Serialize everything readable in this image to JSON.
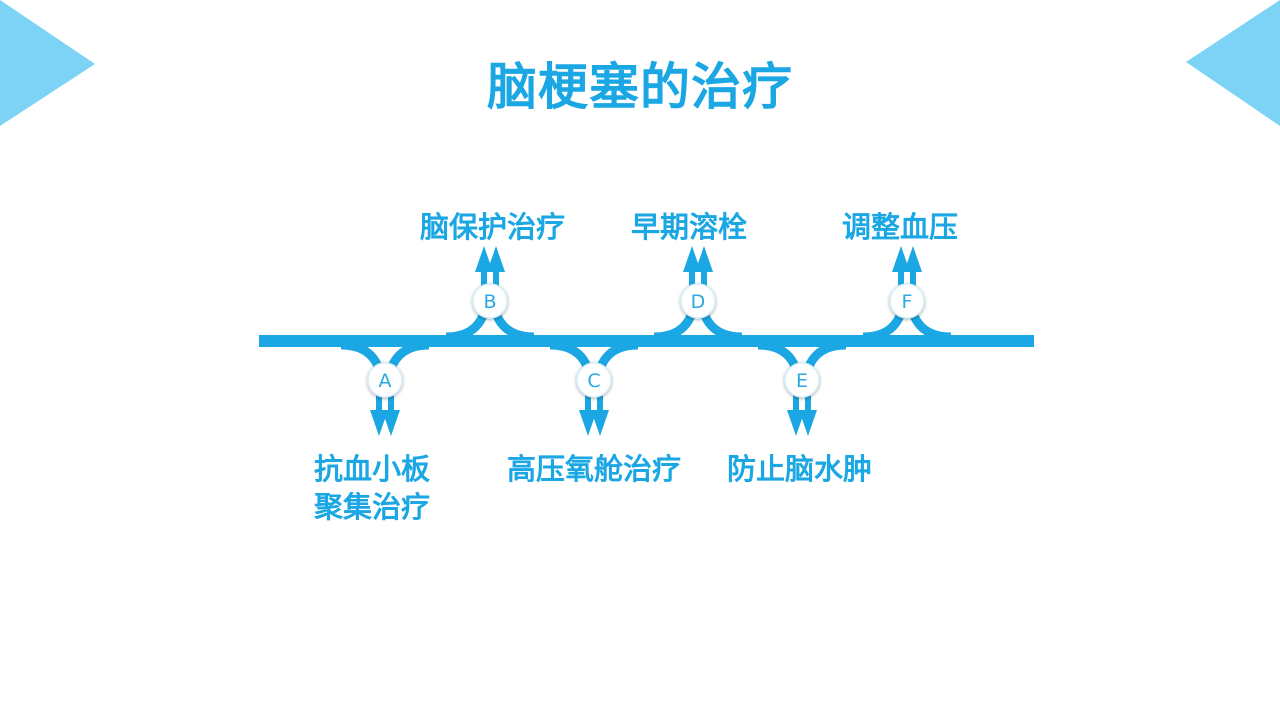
{
  "title": "脑梗塞的治疗",
  "colors": {
    "accent": "#1aa7e3",
    "corner": "#7dd3f5"
  },
  "branches": [
    {
      "letter": "A",
      "label": "抗血小板\n聚集治疗",
      "direction": "down"
    },
    {
      "letter": "B",
      "label": "脑保护治疗",
      "direction": "up"
    },
    {
      "letter": "C",
      "label": "高压氧舱治疗",
      "direction": "down"
    },
    {
      "letter": "D",
      "label": "早期溶栓",
      "direction": "up"
    },
    {
      "letter": "E",
      "label": "防止脑水肿",
      "direction": "down"
    },
    {
      "letter": "F",
      "label": "调整血压",
      "direction": "up"
    }
  ]
}
